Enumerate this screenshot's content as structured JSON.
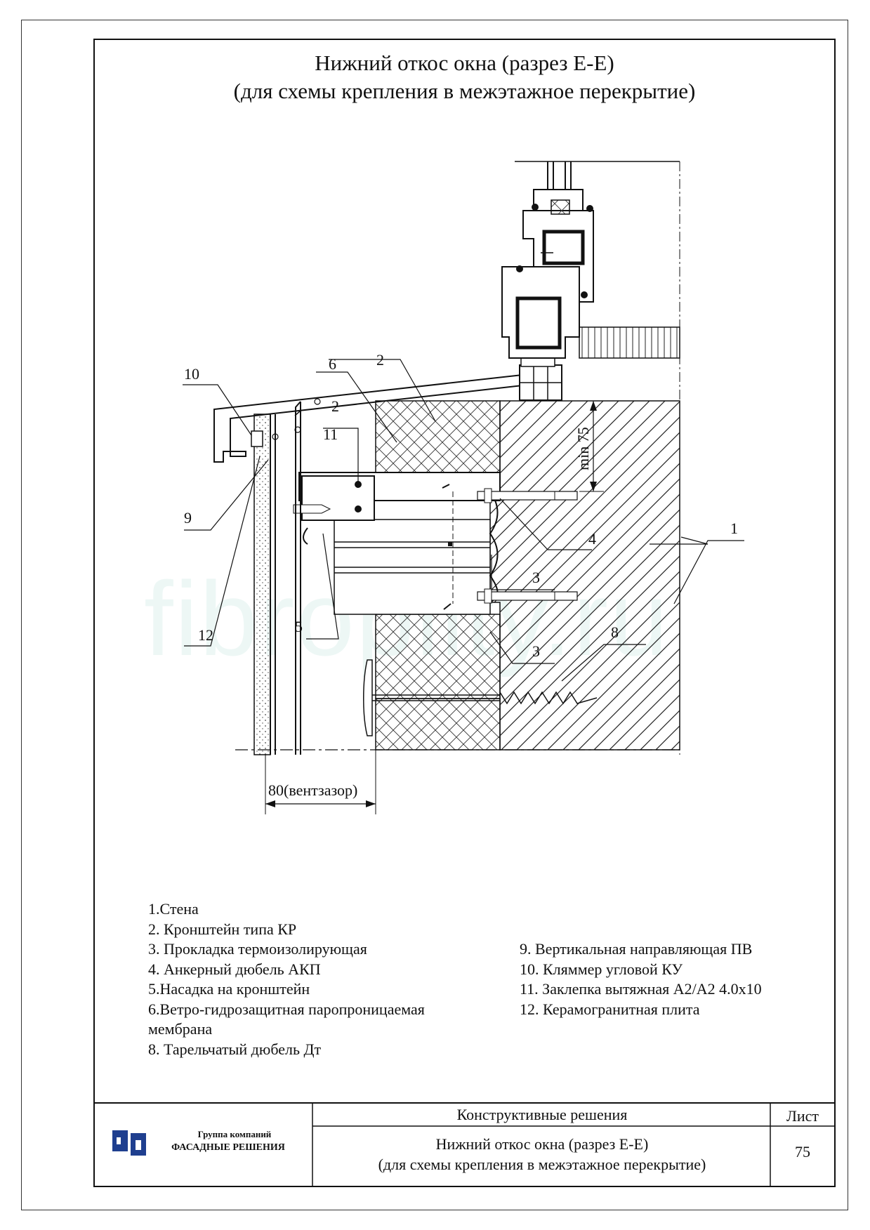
{
  "title": {
    "line1": "Нижний откос окна (разрез Е-Е)",
    "line2": "(для схемы крепления в межэтажное перекрытие)"
  },
  "watermark": "fibroplity.ru",
  "callouts": {
    "c1": "1",
    "c2a": "2",
    "c2b": "2",
    "c3a": "3",
    "c3b": "3",
    "c4": "4",
    "c5": "5",
    "c6": "6",
    "c8": "8",
    "c9": "9",
    "c10": "10",
    "c11": "11",
    "c12": "12"
  },
  "dimensions": {
    "vent_gap": "80(вентзазор)",
    "min75": "min 75"
  },
  "legend_left": [
    "1.Стена",
    "2. Кронштейн типа КР",
    "3. Прокладка термоизолирующая",
    "4. Анкерный дюбель АКП",
    "5.Насадка на кронштейн",
    "6.Ветро-гидрозащитная паропроницаемая",
    " мембрана",
    "8. Тарельчатый дюбель Дт"
  ],
  "legend_right": [
    "9. Вертикальная направляющая ПВ",
    "10. Кляммер угловой КУ",
    "11. Заклепка вытяжная А2/А2 4.0x10",
    "12. Керамогранитная плита"
  ],
  "stamp": {
    "company_line1": "Группа компаний",
    "company_line2": "ФАСАДНЫЕ РЕШЕНИЯ",
    "section": "Конструктивные решения",
    "sheet_label": "Лист",
    "title_line1": "Нижний откос окна (разрез Е-Е)",
    "title_line2": "(для схемы крепления в межэтажное перекрытие)",
    "sheet_number": "75"
  },
  "colors": {
    "line": "#111111",
    "watermark": "#dff1ee",
    "logo_blue": "#1f3f8f"
  }
}
